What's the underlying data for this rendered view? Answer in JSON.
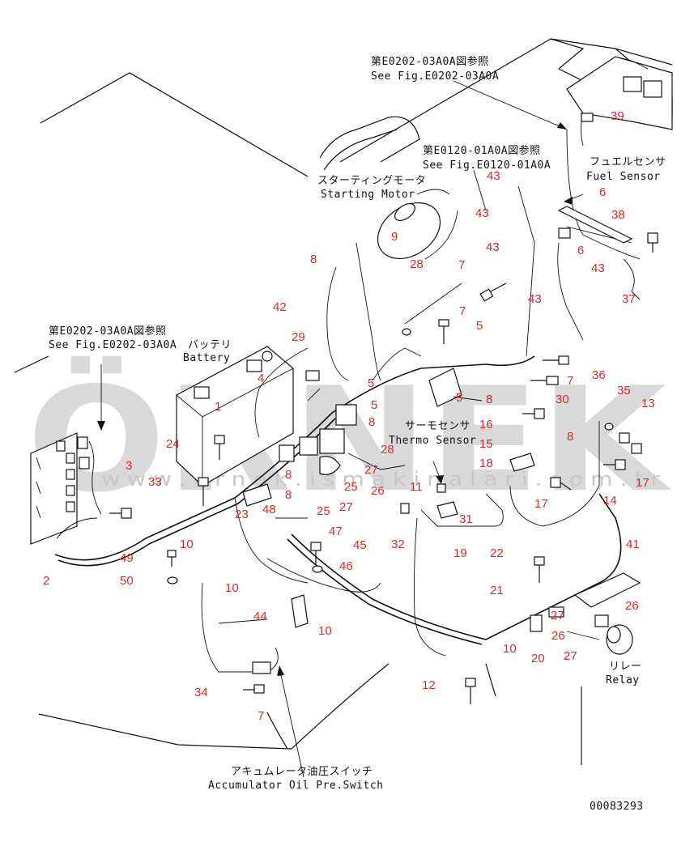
{
  "watermark": {
    "word": "ÖRNEK",
    "url": "w w w . o r n e k . i s m a k i n a l a r i . c o m . t r",
    "color": "#d9d9d9"
  },
  "references": {
    "ref_top": {
      "jp": "第E0202-03A0A図参照",
      "en": "See Fig.E0202-03A0A"
    },
    "ref_mid": {
      "jp": "第E0120-01A0A図参照",
      "en": "See Fig.E0120-01A0A"
    },
    "ref_left": {
      "jp": "第E0202-03A0A図参照",
      "en": "See Fig.E0202-03A0A"
    }
  },
  "components": {
    "starting_motor": {
      "jp": "スターティングモータ",
      "en": "Starting Motor"
    },
    "fuel_sensor": {
      "jp": "フュエルセンサ",
      "en": "Fuel Sensor"
    },
    "battery": {
      "jp": "バッテリ",
      "en": "Battery"
    },
    "thermo_sensor": {
      "jp": "サーモセンサ",
      "en": "Thermo Sensor"
    },
    "relay": {
      "jp": "リレー",
      "en": "Relay"
    },
    "accumulator_switch": {
      "jp": "アキュムレータ油圧スイッチ",
      "en": "Accumulator Oil Pre.Switch"
    }
  },
  "drawing_number": "00083293",
  "callout_color": "#d22b2b",
  "callouts": [
    "39",
    "6",
    "38",
    "6",
    "37",
    "43",
    "43",
    "43",
    "43",
    "43",
    "7",
    "5",
    "7",
    "5",
    "7",
    "9",
    "28",
    "8",
    "42",
    "29",
    "4",
    "1",
    "5",
    "5",
    "8",
    "28",
    "27",
    "26",
    "25",
    "25",
    "27",
    "24",
    "3",
    "33",
    "8",
    "48",
    "23",
    "10",
    "47",
    "49",
    "2",
    "50",
    "10",
    "45",
    "46",
    "44",
    "10",
    "34",
    "7",
    "11",
    "32",
    "31",
    "19",
    "22",
    "21",
    "27",
    "20",
    "26",
    "27",
    "10",
    "12",
    "8",
    "30",
    "36",
    "35",
    "13",
    "16",
    "15",
    "18",
    "8",
    "17",
    "14",
    "17",
    "41",
    "26",
    "8"
  ]
}
